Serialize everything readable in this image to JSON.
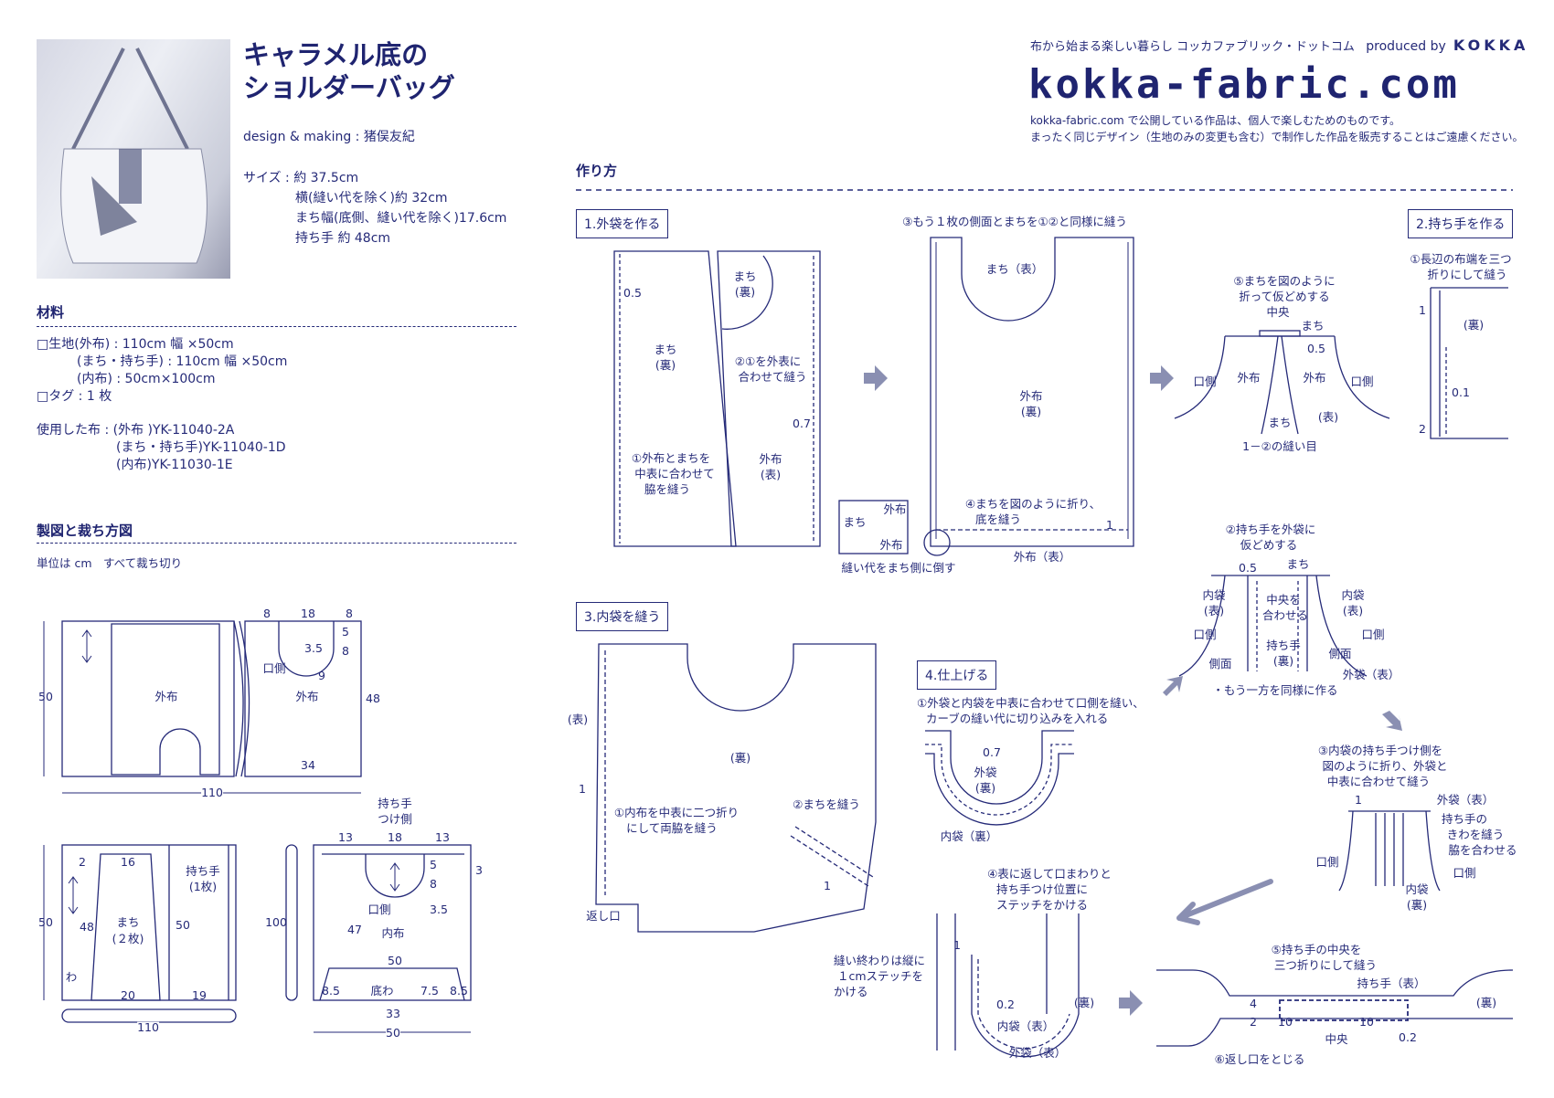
{
  "header": {
    "title_line1": "キャラメル底の",
    "title_line2": "ショルダーバッグ",
    "designer": "design & making : 猪俣友紀",
    "size_label": "サイズ : 約 37.5cm",
    "size_lines": [
      "横(縫い代を除く)約 32cm",
      "まち幅(底側、縫い代を除く)17.6cm",
      "持ち手 約 48cm"
    ]
  },
  "brand": {
    "tagline": "布から始まる楽しい暮らし コッカファブリック・ドットコム",
    "produced_by": "produced by",
    "company": "KOKKA",
    "logo": "kokka-fabric.com",
    "notice_line1": "kokka-fabric.com で公開している作品は、個人で楽しむためのものです。",
    "notice_line2": "まったく同じデザイン（生地のみの変更も含む）で制作した作品を販売することはご遠慮ください。"
  },
  "materials": {
    "heading": "材料",
    "lines": [
      "□生地(外布) : 110cm 幅 ×50cm",
      "(まち・持ち手) : 110cm 幅 ×50cm",
      "(内布) : 50cm×100cm",
      "□タグ : 1 枚"
    ],
    "fabric_label": "使用した布 : (外布 )YK-11040-2A",
    "fabric_lines": [
      "(まち・持ち手)YK-11040-1D",
      "(内布)YK-11030-1E"
    ]
  },
  "drafting": {
    "heading": "製図と裁ち方図",
    "unit_note": "単位は cm　すべて裁ち切り",
    "labels1": [
      "50",
      "外布",
      "外布",
      "8",
      "18",
      "8",
      "5",
      "3.5",
      "8",
      "口側",
      "9",
      "48",
      "34",
      "110"
    ],
    "labels2": [
      "50",
      "2",
      "16",
      "48",
      "まち",
      "(２枚)",
      "持ち手",
      "(1枚)",
      "50",
      "わ",
      "20",
      "19",
      "110"
    ],
    "labels3": [
      "持ち手",
      "つけ側",
      "13",
      "18",
      "13",
      "5",
      "8",
      "3",
      "口側",
      "3.5",
      "100",
      "内布",
      "47",
      "50",
      "8.5",
      "底わ",
      "7.5",
      "8.5",
      "33",
      "50"
    ]
  },
  "howto": {
    "heading": "作り方",
    "step1": {
      "title": "1.外袋を作る",
      "labels": [
        "0.5",
        "まち",
        "(裏)",
        "まち",
        "(裏)",
        "②①を外表に",
        "合わせて縫う",
        "0.7",
        "①外布とまちを",
        "中表に合わせて",
        "脇を縫う",
        "外布",
        "(表)",
        "③もう１枚の側面とまちを①②と同様に縫う",
        "まち（表）",
        "外布",
        "(裏)",
        "④まちを図のように折り、",
        "底を縫う",
        "1",
        "外布（表）",
        "外布",
        "まち",
        "外布",
        "縫い代をまち側に倒す",
        "⑤まちを図のように",
        "折って仮どめする",
        "中央",
        "まち",
        "0.5",
        "口側",
        "外布",
        "外布",
        "口側",
        "まち",
        "(表)",
        "1－②の縫い目"
      ]
    },
    "step2": {
      "title": "2.持ち手を作る",
      "labels": [
        "①長辺の布端を三つ",
        "折りにして縫う",
        "1",
        "(裏)",
        "0.1",
        "2"
      ]
    },
    "step3": {
      "title": "3.内袋を縫う",
      "labels": [
        "(表)",
        "1",
        "(裏)",
        "①内布を中表に二つ折り",
        "にして両脇を縫う",
        "②まちを縫う",
        "1",
        "返し口"
      ]
    },
    "step4": {
      "title": "4.仕上げる",
      "labels": [
        "①外袋と内袋を中表に合わせて口側を縫い、",
        "カーブの縫い代に切り込みを入れる",
        "0.7",
        "外袋",
        "(裏)",
        "内袋（裏）",
        "②持ち手を外袋に",
        "仮どめする",
        "0.5",
        "まち",
        "内袋",
        "(表)",
        "中央を",
        "合わせる",
        "内袋",
        "(表)",
        "口側",
        "口側",
        "持ち手",
        "(裏)",
        "側面",
        "側面",
        "外袋（表）",
        "・もう一方を同様に作る",
        "③内袋の持ち手つけ側を",
        "図のように折り、外袋と",
        "中表に合わせて縫う",
        "1",
        "外袋（表）",
        "持ち手の",
        "きわを縫う",
        "脇を合わせる",
        "口側",
        "口側",
        "内袋",
        "(裏)",
        "④表に返して口まわりと",
        "持ち手つけ位置に",
        "ステッチをかける",
        "縫い終わりは縦に",
        "１cmステッチを",
        "かける",
        "1",
        "0.2",
        "内袋（表）",
        "外袋（表）",
        "⑤持ち手の中央を",
        "三つ折りにして縫う",
        "持ち手（表）",
        "(裏)",
        "(裏)",
        "4",
        "2",
        "10",
        "10",
        "中央",
        "0.2",
        "⑥返し口をとじる"
      ]
    }
  },
  "colors": {
    "ink": "#252a78",
    "arrow": "#8a8fb2"
  }
}
